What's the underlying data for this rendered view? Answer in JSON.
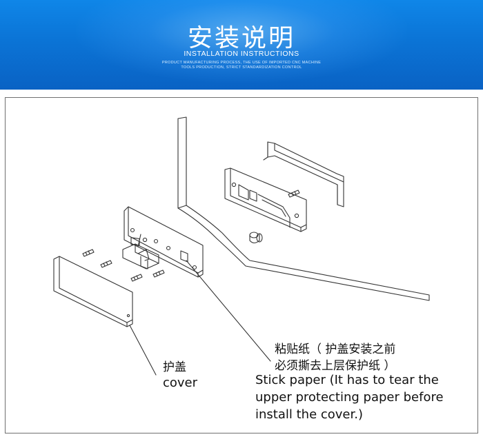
{
  "banner": {
    "title": "安装说明",
    "subtitle": "INSTALLATION INSTRUCTIONS",
    "small_line1": "PRODUCT MANUFACTURING PROCESS, THE USE OF IMPORTED CNC MACHINE",
    "small_line2": "TOOLS PRODUCTION, STRICT STANDARDIZATION CONTROL"
  },
  "labels": {
    "cover_cn": "护盖",
    "cover_en": "cover",
    "stick_cn_line1": "粘贴纸（ 护盖安装之前",
    "stick_cn_line2": "必须撕去上层保护纸 ）",
    "stick_en_line1": "Stick paper (It has to tear the",
    "stick_en_line2": "upper protecting paper before",
    "stick_en_line3": "install the cover.)"
  },
  "colors": {
    "banner_blue": "#0b74d6",
    "line": "#333333"
  }
}
